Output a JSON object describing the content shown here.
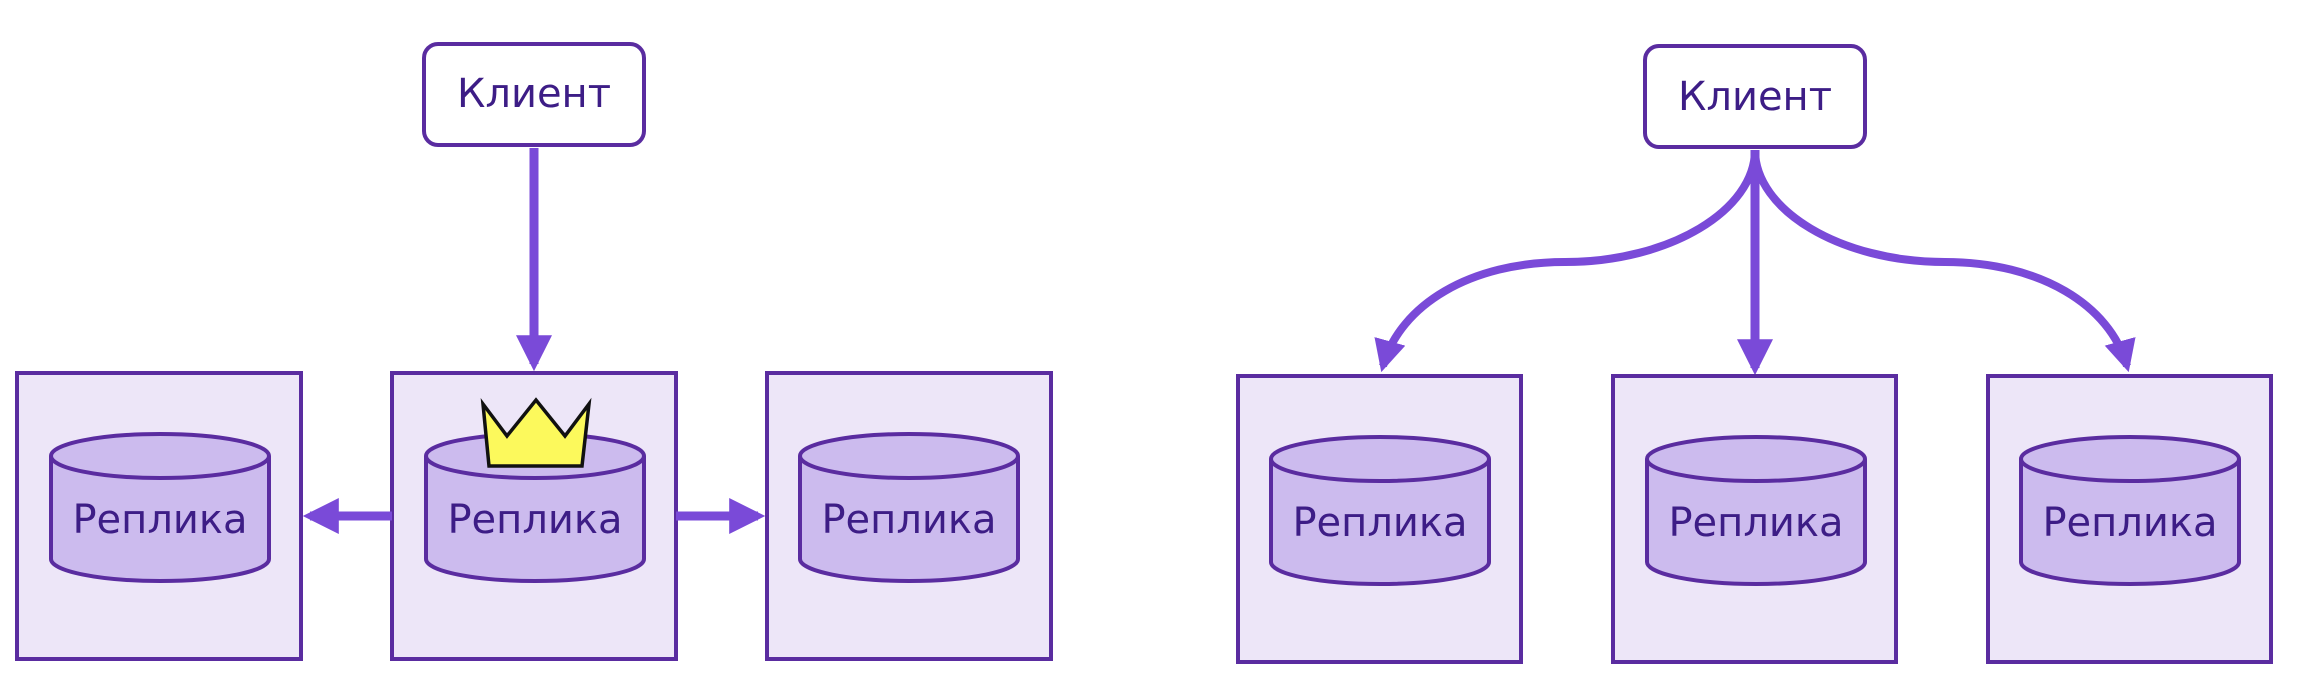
{
  "left_diagram": {
    "client_label": "Клиент",
    "replicas": [
      {
        "label": "Реплика",
        "is_leader": false
      },
      {
        "label": "Реплика",
        "is_leader": true
      },
      {
        "label": "Реплика",
        "is_leader": false
      }
    ]
  },
  "right_diagram": {
    "client_label": "Клиент",
    "replicas": [
      {
        "label": "Реплика"
      },
      {
        "label": "Реплика"
      },
      {
        "label": "Реплика"
      }
    ]
  },
  "colors": {
    "stroke": "#5a2ca0",
    "arrow": "#7a4ad8",
    "box_fill": "#ede6f8",
    "cylinder_fill": "#ccbbee",
    "text": "#3d1d86",
    "crown_fill": "#fcf95c",
    "crown_stroke": "#111111"
  }
}
